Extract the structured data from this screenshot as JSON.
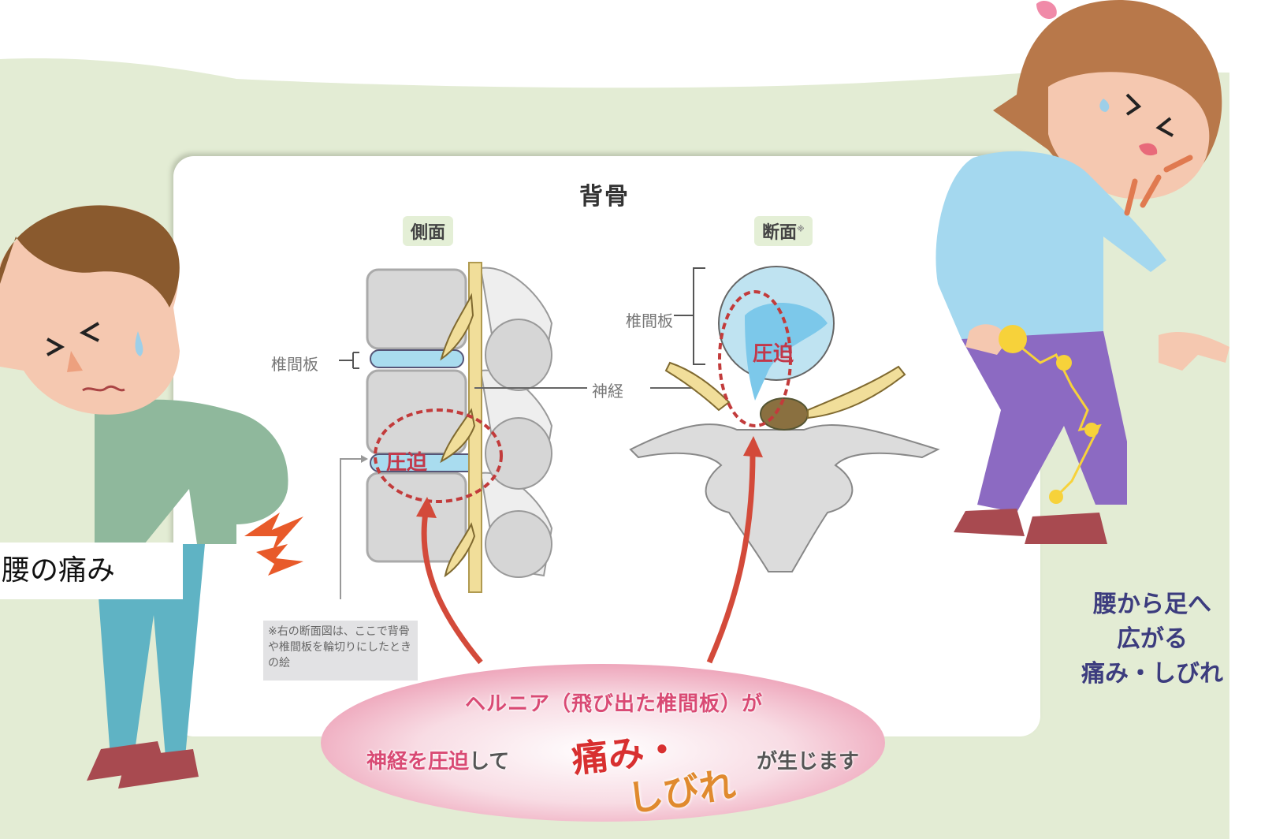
{
  "diagram": {
    "title": "背骨",
    "views": {
      "side": {
        "label": "側面"
      },
      "cross_section": {
        "label": "断面",
        "mark": "※"
      }
    },
    "labels": {
      "disc_side": "椎間板",
      "disc_section": "椎間板",
      "nerve": "神経",
      "compression_side": "圧迫",
      "compression_section": "圧迫"
    },
    "note": "※右の断面図は、ここで背骨や椎間板を輪切りにしたときの絵",
    "explanation": {
      "line1": "ヘルニア（飛び出た椎間板）が",
      "line2_prefix_highlight": "神経を圧迫",
      "line2_prefix_plain": "して",
      "emphasis_pain": "痛み・",
      "emphasis_numb": "しびれ",
      "line2_suffix": "が生じます"
    },
    "captions": {
      "left": "腰の痛み",
      "right_lines": [
        "腰から足へ",
        "広がる",
        "痛み・しびれ"
      ]
    },
    "colors": {
      "background_green": "#e3ecd4",
      "accent_red": "#c2384a",
      "arrow_red": "#d34a3a",
      "ellipse_pink": "#f2b6c6",
      "caption_navy": "#3c3c7e",
      "disc_blue": "#a9dcef",
      "nerve_yellow": "#f1de9a"
    }
  }
}
